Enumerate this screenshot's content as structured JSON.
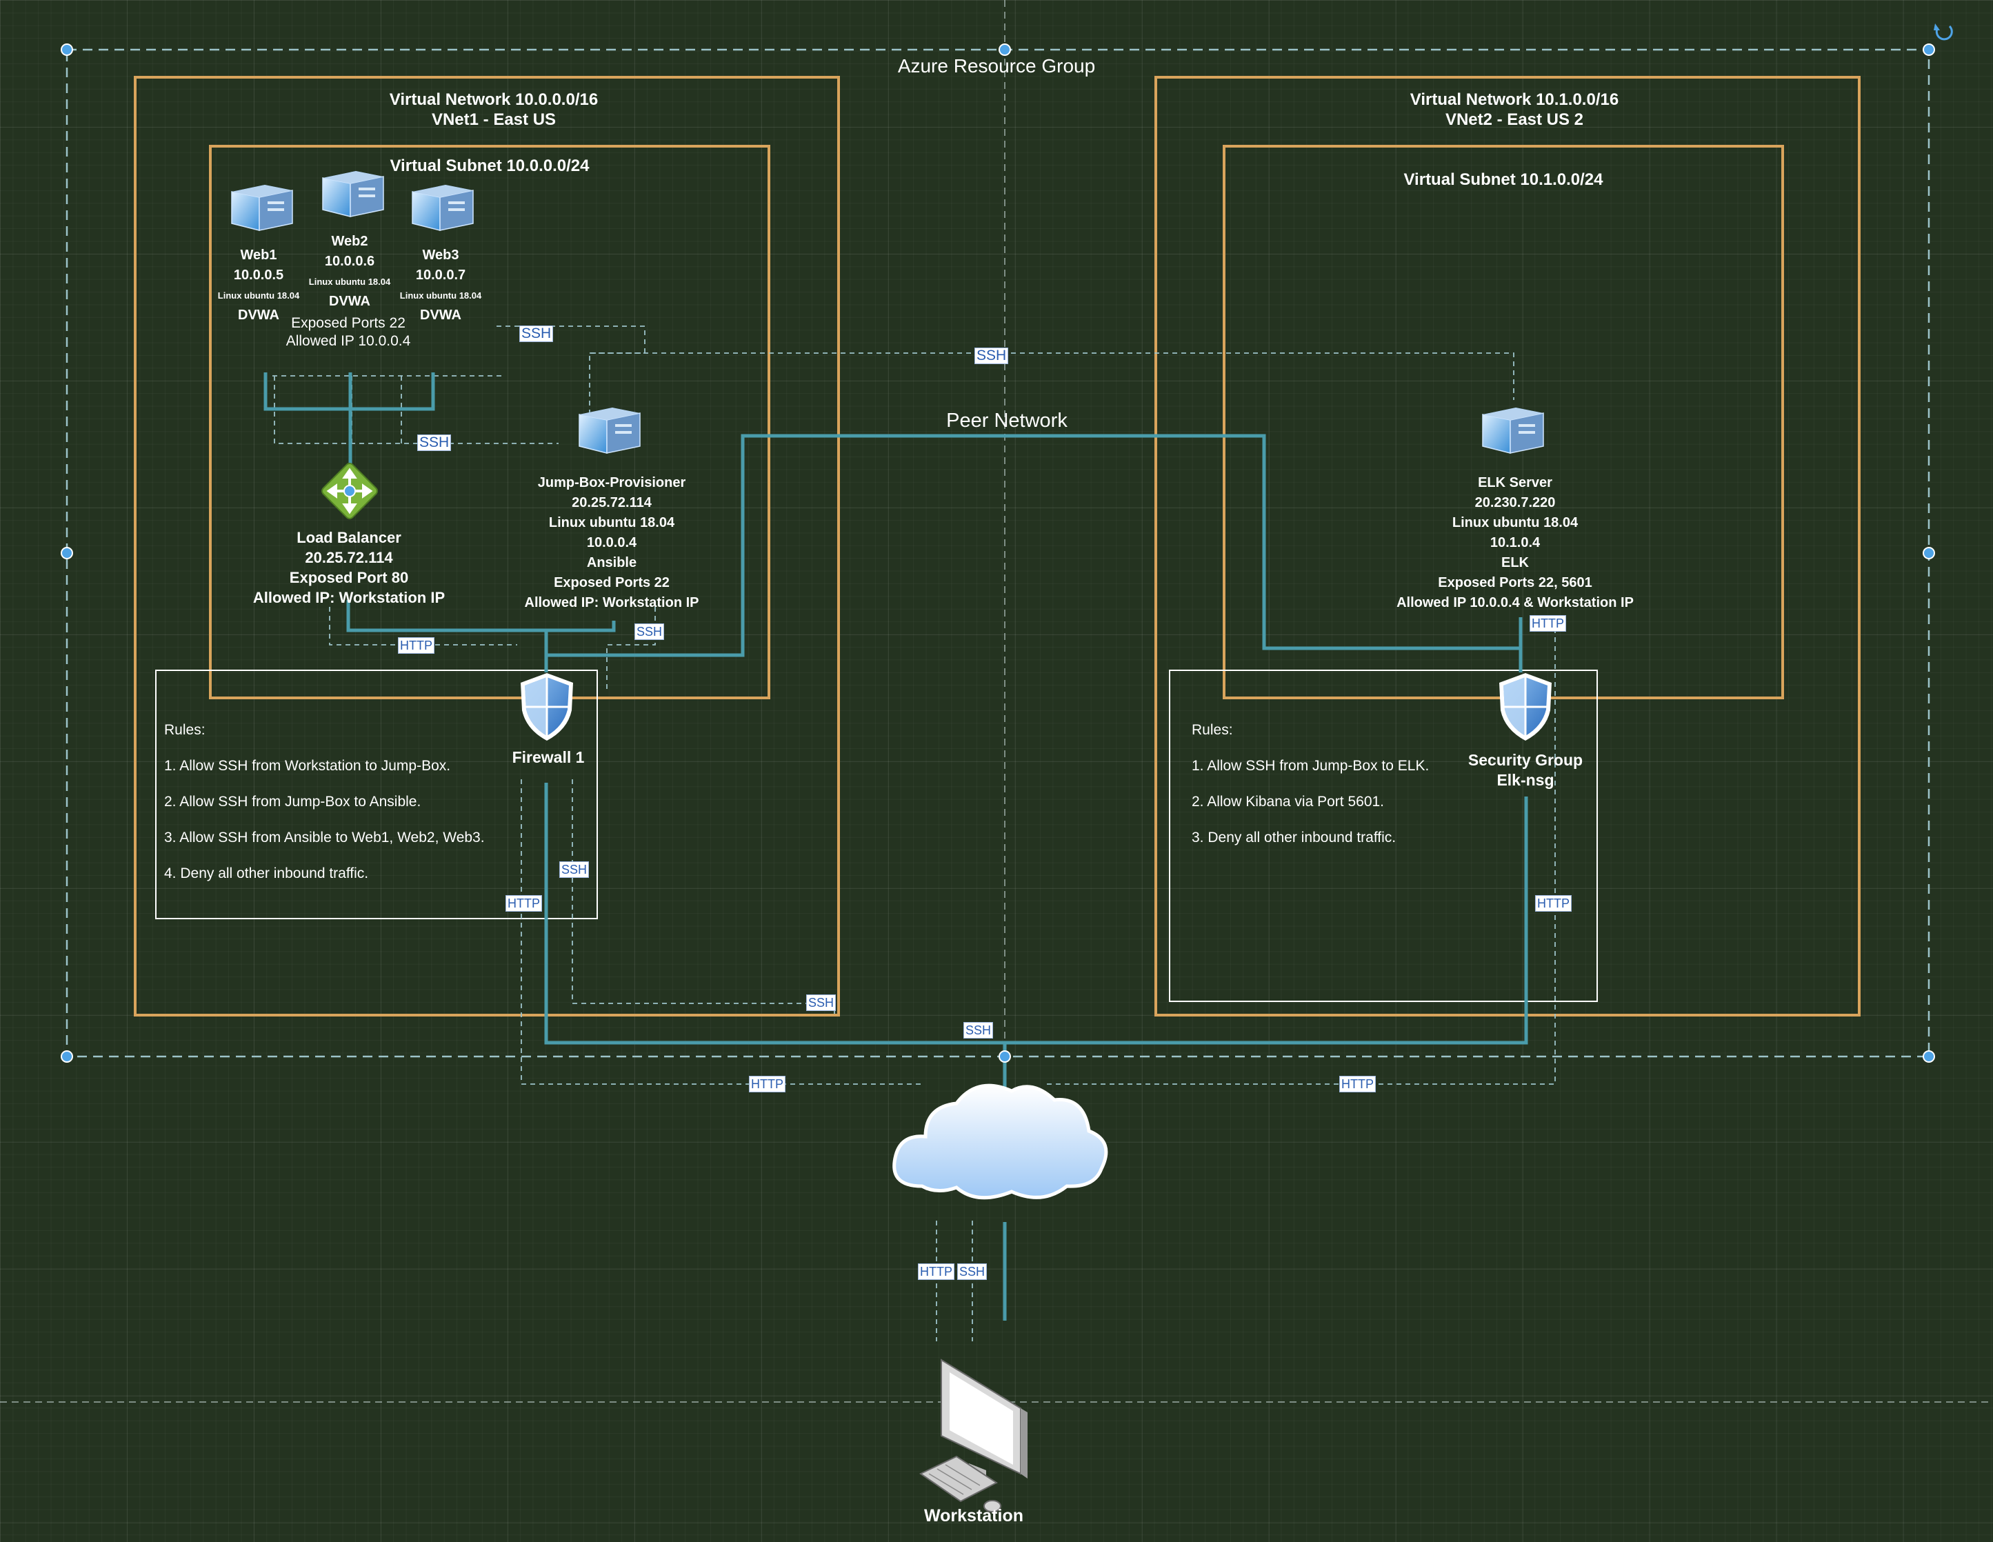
{
  "resource_group": {
    "title": "Azure Resource Group"
  },
  "vnet1": {
    "title_line1": "Virtual Network 10.0.0.0/16",
    "title_line2": "VNet1 - East US",
    "subnet": "Virtual Subnet 10.0.0.0/24"
  },
  "vnet2": {
    "title_line1": "Virtual Network 10.1.0.0/16",
    "title_line2": "VNet2 - East US 2",
    "subnet": "Virtual Subnet 10.1.0.0/24"
  },
  "web1": {
    "name": "Web1",
    "ip": "10.0.0.5",
    "os": "Linux ubuntu 18.04",
    "app": "DVWA"
  },
  "web2": {
    "name": "Web2",
    "ip": "10.0.0.6",
    "os": "Linux ubuntu 18.04",
    "app": "DVWA"
  },
  "web3": {
    "name": "Web3",
    "ip": "10.0.0.7",
    "os": "Linux ubuntu 18.04",
    "app": "DVWA"
  },
  "web_shared": {
    "ports": "Exposed Ports 22",
    "allowed": "Allowed IP 10.0.0.4"
  },
  "load_balancer": {
    "name": "Load Balancer",
    "ip": "20.25.72.114",
    "ports": "Exposed Port 80",
    "allowed": "Allowed IP: Workstation IP"
  },
  "jumpbox": {
    "name": "Jump-Box-Provisioner",
    "ip": "20.25.72.114",
    "os": "Linux ubuntu 18.04",
    "private_ip": "10.0.0.4",
    "app": "Ansible",
    "ports": "Exposed Ports 22",
    "allowed": "Allowed IP: Workstation IP"
  },
  "elk": {
    "name": "ELK Server",
    "ip": "20.230.7.220",
    "os": "Linux ubuntu 18.04",
    "private_ip": "10.1.0.4",
    "app": "ELK",
    "ports": "Exposed Ports 22, 5601",
    "allowed": "Allowed IP 10.0.0.4 & Workstation IP"
  },
  "peer_network": "Peer Network",
  "firewall": {
    "name": "Firewall 1",
    "rules_title": "Rules:",
    "rules": [
      "1. Allow SSH from Workstation to Jump-Box.",
      "2. Allow SSH from Jump-Box to Ansible.",
      "3. Allow SSH from Ansible to Web1, Web2, Web3.",
      "4. Deny all other inbound traffic."
    ]
  },
  "nsg": {
    "name_line1": "Security Group",
    "name_line2": "Elk-nsg",
    "rules_title": "Rules:",
    "rules": [
      "1. Allow SSH from Jump-Box to ELK.",
      "2. Allow Kibana via Port 5601.",
      "3. Deny all other inbound traffic."
    ]
  },
  "workstation": "Workstation",
  "tags": {
    "ssh": "SSH",
    "http": "HTTP"
  },
  "colors": {
    "orange": "#d9a45c",
    "teal": "#4a9cab",
    "dashed": "#9cc3c9",
    "handle": "#4ea3e6"
  },
  "icons": [
    "vm-icon",
    "load-balancer-icon",
    "shield-icon",
    "cloud-icon",
    "workstation-icon",
    "rotate-icon"
  ]
}
